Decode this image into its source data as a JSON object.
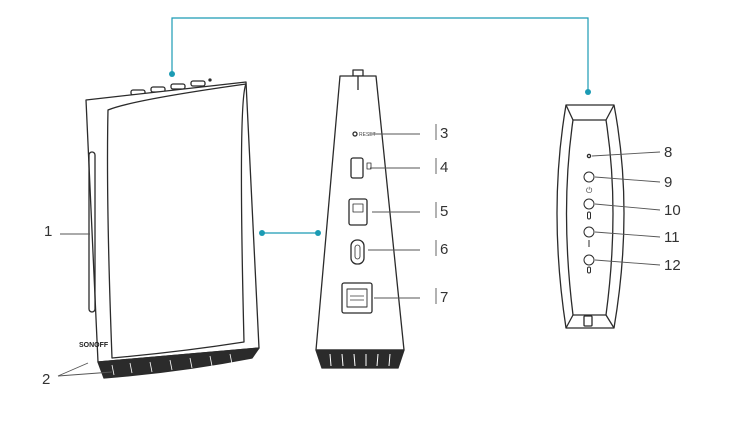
{
  "colors": {
    "connector": "#1b9bb4",
    "outline": "#2b2b2b",
    "leader": "#555555"
  },
  "device": {
    "brand": "SONOFF",
    "reset_text": "RESET"
  },
  "callouts": [
    "1",
    "2",
    "3",
    "4",
    "5",
    "6",
    "7",
    "8",
    "9",
    "10",
    "11",
    "12"
  ],
  "icons": [
    "power-icon",
    "thermometer-icon",
    "antenna-icon",
    "microphone-icon"
  ]
}
